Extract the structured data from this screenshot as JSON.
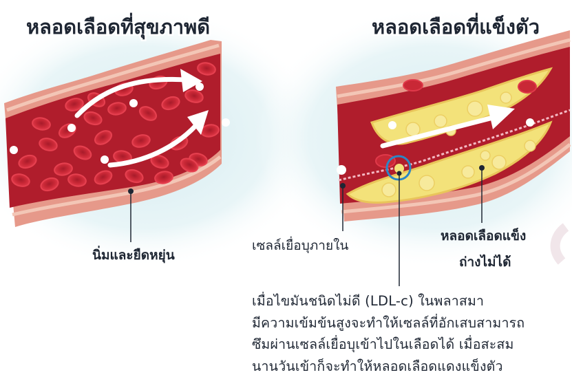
{
  "healthy": {
    "title": "หลอดเลือดที่สุขภาพดี",
    "label_wall": "นิ่มและยืดหยุ่น"
  },
  "hardened": {
    "title": "หลอดเลือดที่แข็งตัว",
    "label_endothelium": "เซลล์เยื่อบุภายใน",
    "label_hard_line1": "หลอดเลือดแข็ง",
    "label_hard_line2": "ถ่างไม่ได้"
  },
  "explanation": {
    "lines": [
      "เมื่อไขมันชนิดไม่ดี (LDL-c) ในพลาสมา",
      "มีความเข้มข้นสูงจะทำให้เซลล์ที่อักเสบสามารถ",
      "ซึมผ่านเซลล์เยื่อบุเข้าไปในเลือดได้ เมื่อสะสม",
      "นานวันเข้าก็จะทำให้หลอดเลือดแดงแข็งตัว"
    ]
  },
  "colors": {
    "background_glow": "#cfe9ee",
    "vessel_wall": "#e9a28d",
    "vessel_stripe": "#f2c3b3",
    "lumen": "#b31f2e",
    "red_cell": "#cf2c3b",
    "plaque": "#f3e27a",
    "highlight_ring": "#2b86c6",
    "text": "#1e2633"
  }
}
